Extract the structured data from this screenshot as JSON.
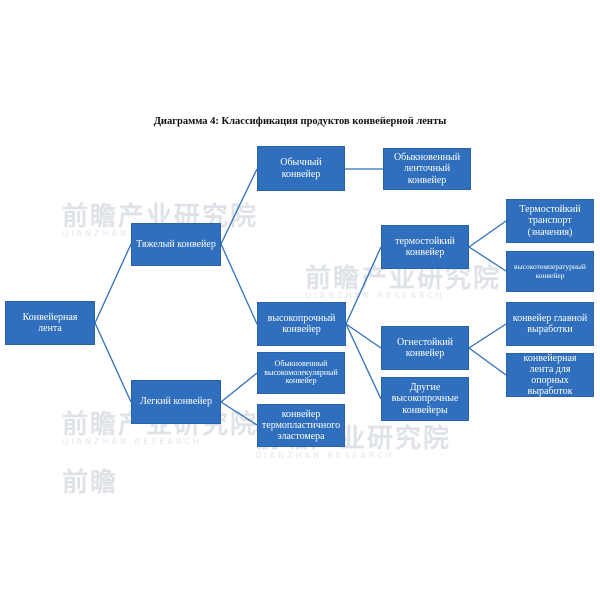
{
  "title": "Диаграмма 4: Классификация продуктов конвейерной ленты",
  "watermark": {
    "brand": "前瞻产业研究院",
    "brand_short": "前瞻",
    "sub": "QIANZHAN RESEARCH"
  },
  "colors": {
    "node_fill": "#2f6fbd",
    "node_border": "#2a63a8",
    "link": "#2f6fbd",
    "text": "#ffffff"
  },
  "nodes": {
    "root": "Конвейерная лента",
    "heavy": "Тяжелый конвейер",
    "light": "Легкий конвейер",
    "ordinary": "Обычный конвейер",
    "ordinary_belt": "Обыкновенный ленточный конвейер",
    "high_strength": "высокопрочный конвейер",
    "heat_resistant": "термостойкий конвейер",
    "heat_transport": "Термостойкий транспорт (значения)",
    "high_temp": "высокотемпературный конвейер",
    "fire_resistant": "Огнестойкий конвейер",
    "main_mine": "конвейер главной выработки",
    "support_mine": "конвейерная лента для опорных выработок",
    "other_high": "Другие высокопрочные конвейеры",
    "hmw": "Обыкновенный высокомолекулярный конвейер",
    "tpe": "конвейер термопластичного эластомера"
  }
}
